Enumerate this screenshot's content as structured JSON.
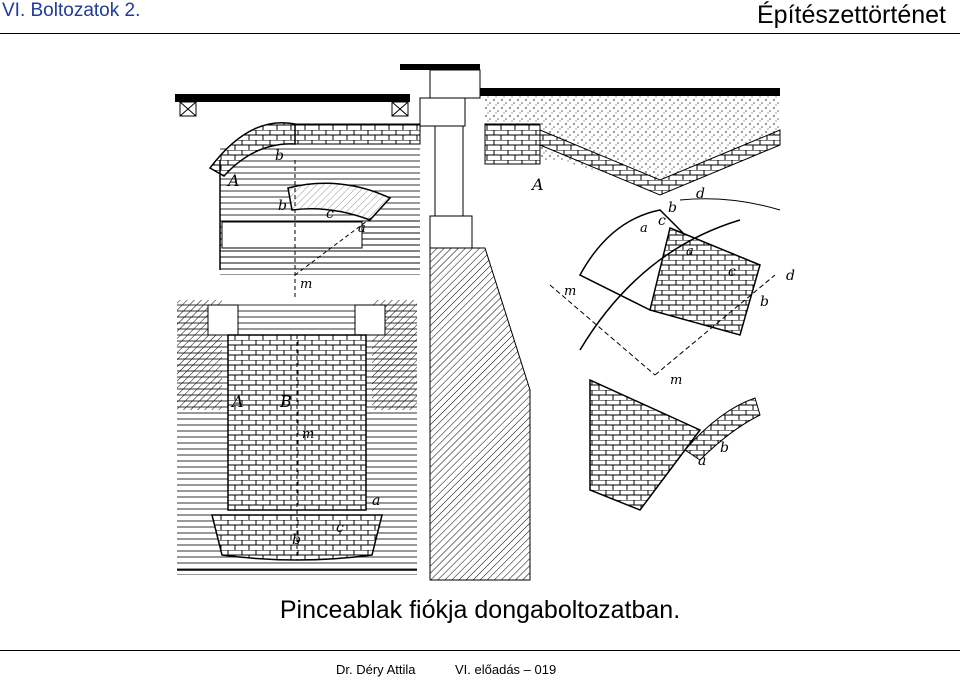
{
  "header": {
    "left_title": "VI. Boltozatok 2.",
    "right_title": "Építészettörténet"
  },
  "figure": {
    "labels": {
      "A": "A",
      "B": "B",
      "a": "a",
      "b": "b",
      "c": "c",
      "d": "d",
      "m": "m"
    }
  },
  "caption": "Pinceablak fiókja dongaboltozatban.",
  "footer": {
    "author": "Dr. Déry Attila",
    "lecture": "VI. előadás – 019"
  }
}
